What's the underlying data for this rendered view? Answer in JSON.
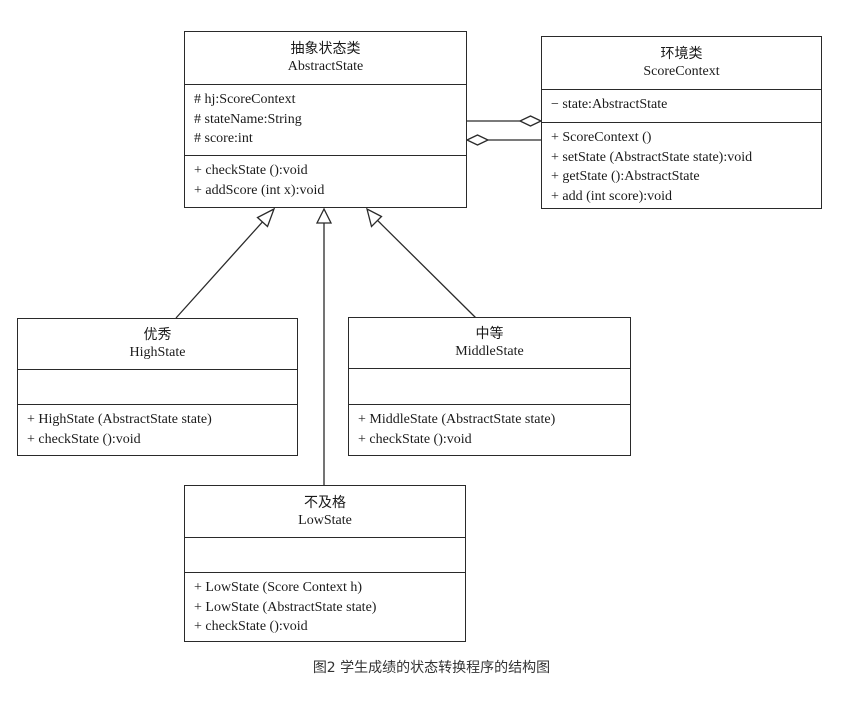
{
  "diagram": {
    "classes": {
      "abstract_state": {
        "name_cn": "抽象状态类",
        "name_en": "AbstractState",
        "attributes": [
          "# hj:ScoreContext",
          "# stateName:String",
          "# score:int"
        ],
        "operations": [
          "+ checkState ():void",
          "+ addScore (int x):void"
        ]
      },
      "score_context": {
        "name_cn": "环境类",
        "name_en": "ScoreContext",
        "attributes": [
          "− state:AbstractState"
        ],
        "operations": [
          "+ ScoreContext ()",
          "+ setState (AbstractState state):void",
          "+ getState ():AbstractState",
          "+ add (int score):void"
        ]
      },
      "high_state": {
        "name_cn": "优秀",
        "name_en": "HighState",
        "attributes": [],
        "operations": [
          "+ HighState (AbstractState state)",
          "+ checkState ():void"
        ]
      },
      "middle_state": {
        "name_cn": "中等",
        "name_en": "MiddleState",
        "attributes": [],
        "operations": [
          "+ MiddleState (AbstractState state)",
          "+ checkState ():void"
        ]
      },
      "low_state": {
        "name_cn": "不及格",
        "name_en": "LowState",
        "attributes": [],
        "operations": [
          "+ LowState (Score Context h)",
          "+ LowState (AbstractState state)",
          "+ checkState ():void"
        ]
      }
    },
    "relations": [
      {
        "type": "generalization",
        "from": "high_state",
        "to": "abstract_state"
      },
      {
        "type": "generalization",
        "from": "low_state",
        "to": "abstract_state"
      },
      {
        "type": "generalization",
        "from": "middle_state",
        "to": "abstract_state"
      },
      {
        "type": "aggregation",
        "from": "abstract_state",
        "to": "score_context"
      },
      {
        "type": "aggregation",
        "from": "score_context",
        "to": "abstract_state"
      }
    ],
    "colors": {
      "line": "#2a2a2a",
      "background": "#ffffff",
      "caption": "#333333"
    }
  },
  "caption": "图2 学生成绩的状态转换程序的结构图"
}
